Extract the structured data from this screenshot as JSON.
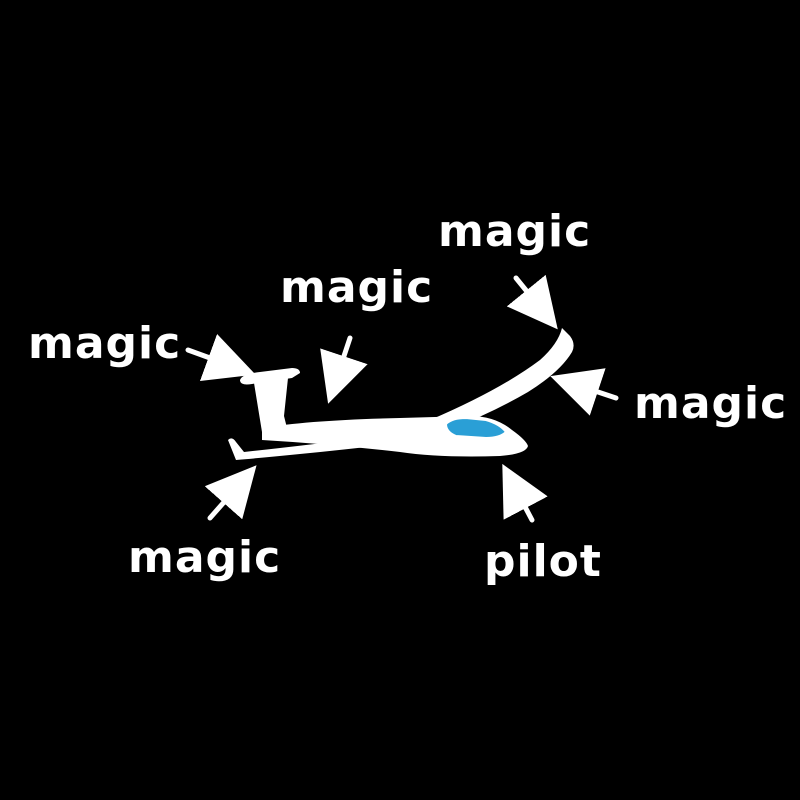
{
  "labels": {
    "horizontal_stabilizer": "magic",
    "fuselage": "magic",
    "wing_tip": "magic",
    "wing": "magic",
    "near_wing": "magic",
    "cockpit": "pilot"
  },
  "colors": {
    "background": "#000000",
    "foreground": "#ffffff",
    "canopy": "#2a9fd6"
  }
}
